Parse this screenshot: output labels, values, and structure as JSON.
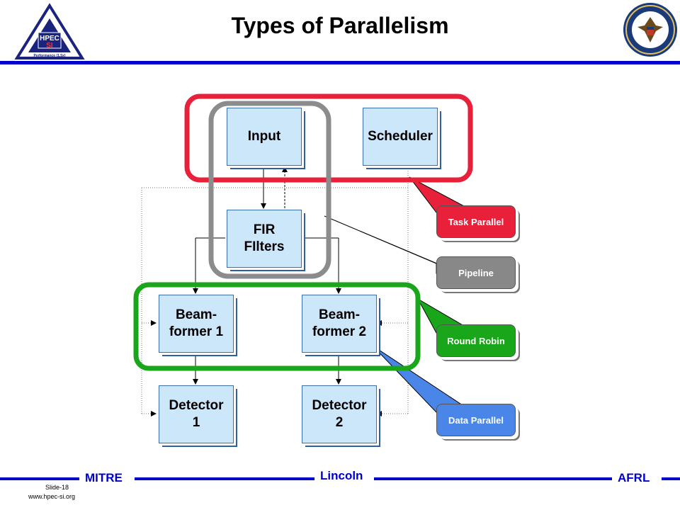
{
  "slide": {
    "title": "Types of Parallelism"
  },
  "boxes": {
    "input": "Input",
    "scheduler": "Scheduler",
    "fir": "FIR\nFIlters",
    "beamformer1": "Beam-\nformer 1",
    "beamformer2": "Beam-\nformer 2",
    "detector1": "Detector\n1",
    "detector2": "Detector\n2"
  },
  "callouts": [
    {
      "label": "Task Parallel",
      "color": "#e8203a"
    },
    {
      "label": "Pipeline",
      "color": "#888888"
    },
    {
      "label": "Round Robin",
      "color": "#1aa61a"
    },
    {
      "label": "Data Parallel",
      "color": "#4a86e8"
    }
  ],
  "logos": {
    "left": {
      "name": "HPEC SI",
      "text": [
        "HPEC",
        "SI"
      ],
      "perf_text": "Performance (1.5x)"
    },
    "right": {
      "name": "Department of Defense seal"
    }
  },
  "footer": {
    "left": "MITRE",
    "center": "Lincoln",
    "right": "AFRL",
    "slide_number": "Slide-18",
    "website": "www.hpec-si.org"
  },
  "colors": {
    "accent": "#0000cc",
    "box_fill": "#cce6fa",
    "task_parallel": "#e8203a",
    "pipeline": "#888888",
    "round_robin": "#1aa61a",
    "data_parallel": "#4a86e8"
  }
}
